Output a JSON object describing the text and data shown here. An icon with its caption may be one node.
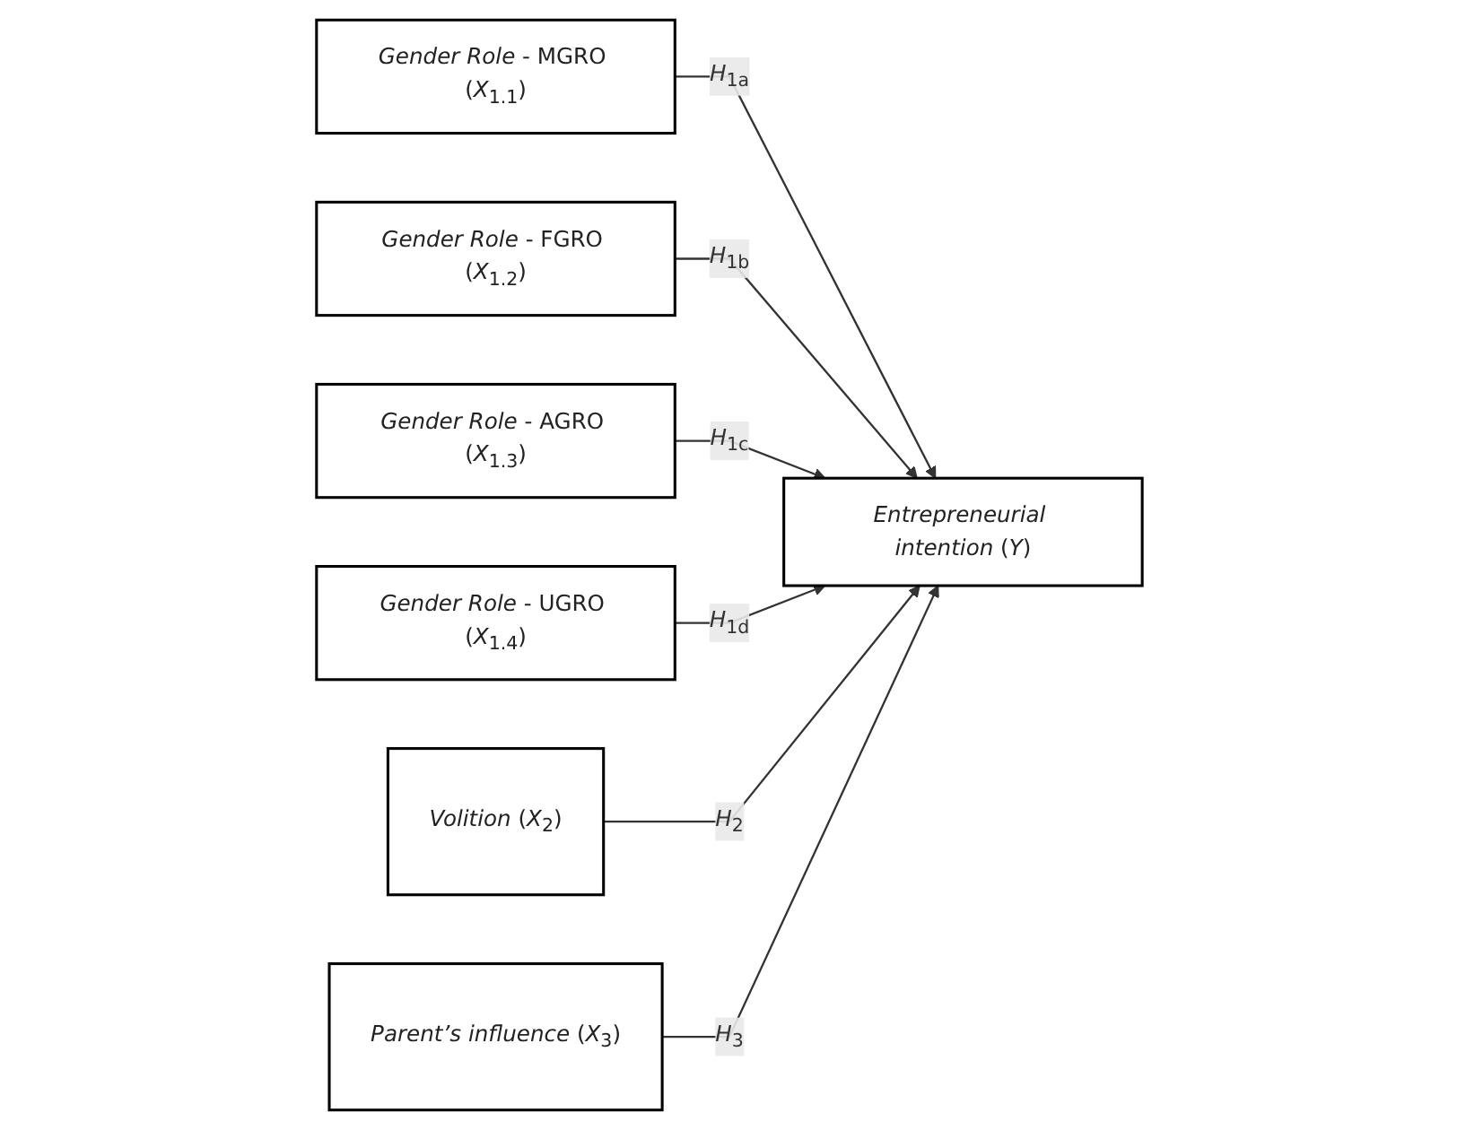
{
  "diagram": {
    "nodes": [
      {
        "text": [
          "*Gender Role* - MGRO (*X*$_{1.1}$)"
        ]
      },
      {
        "text": [
          "*Gender Role* - FGRO (*X*$_{1.2}$)"
        ]
      },
      {
        "text": [
          "*Gender Role* - AGRO (*X*$_{1.3}$)"
        ]
      },
      {
        "text": [
          "*Gender Role* - UGRO (*X*$_{1.4}$)"
        ]
      },
      {
        "text": [
          "*Volition* (*X*$_{2}$)"
        ]
      },
      {
        "text": [
          "*Parent’s influence* (*X*$_{3}$)"
        ]
      },
      {
        "text": [
          "*Entrepreneurial intention* (*Y*)"
        ]
      }
    ],
    "edges": [
      {
        "from": 0,
        "to": 6,
        "arrow": "to",
        "label": "*H*$_{1a}$"
      },
      {
        "from": 1,
        "to": 6,
        "arrow": "to",
        "label": "*H*$_{1b}$"
      },
      {
        "from": 2,
        "to": 6,
        "arrow": "to",
        "label": "*H*$_{1c}$"
      },
      {
        "from": 3,
        "to": 6,
        "arrow": "to",
        "label": "*H*$_{1d}$"
      },
      {
        "from": 4,
        "to": 6,
        "arrow": "to",
        "label": "*H*$_{2}$"
      },
      {
        "from": 5,
        "to": 6,
        "arrow": "to",
        "label": "*H*$_{3}$"
      }
    ]
  }
}
